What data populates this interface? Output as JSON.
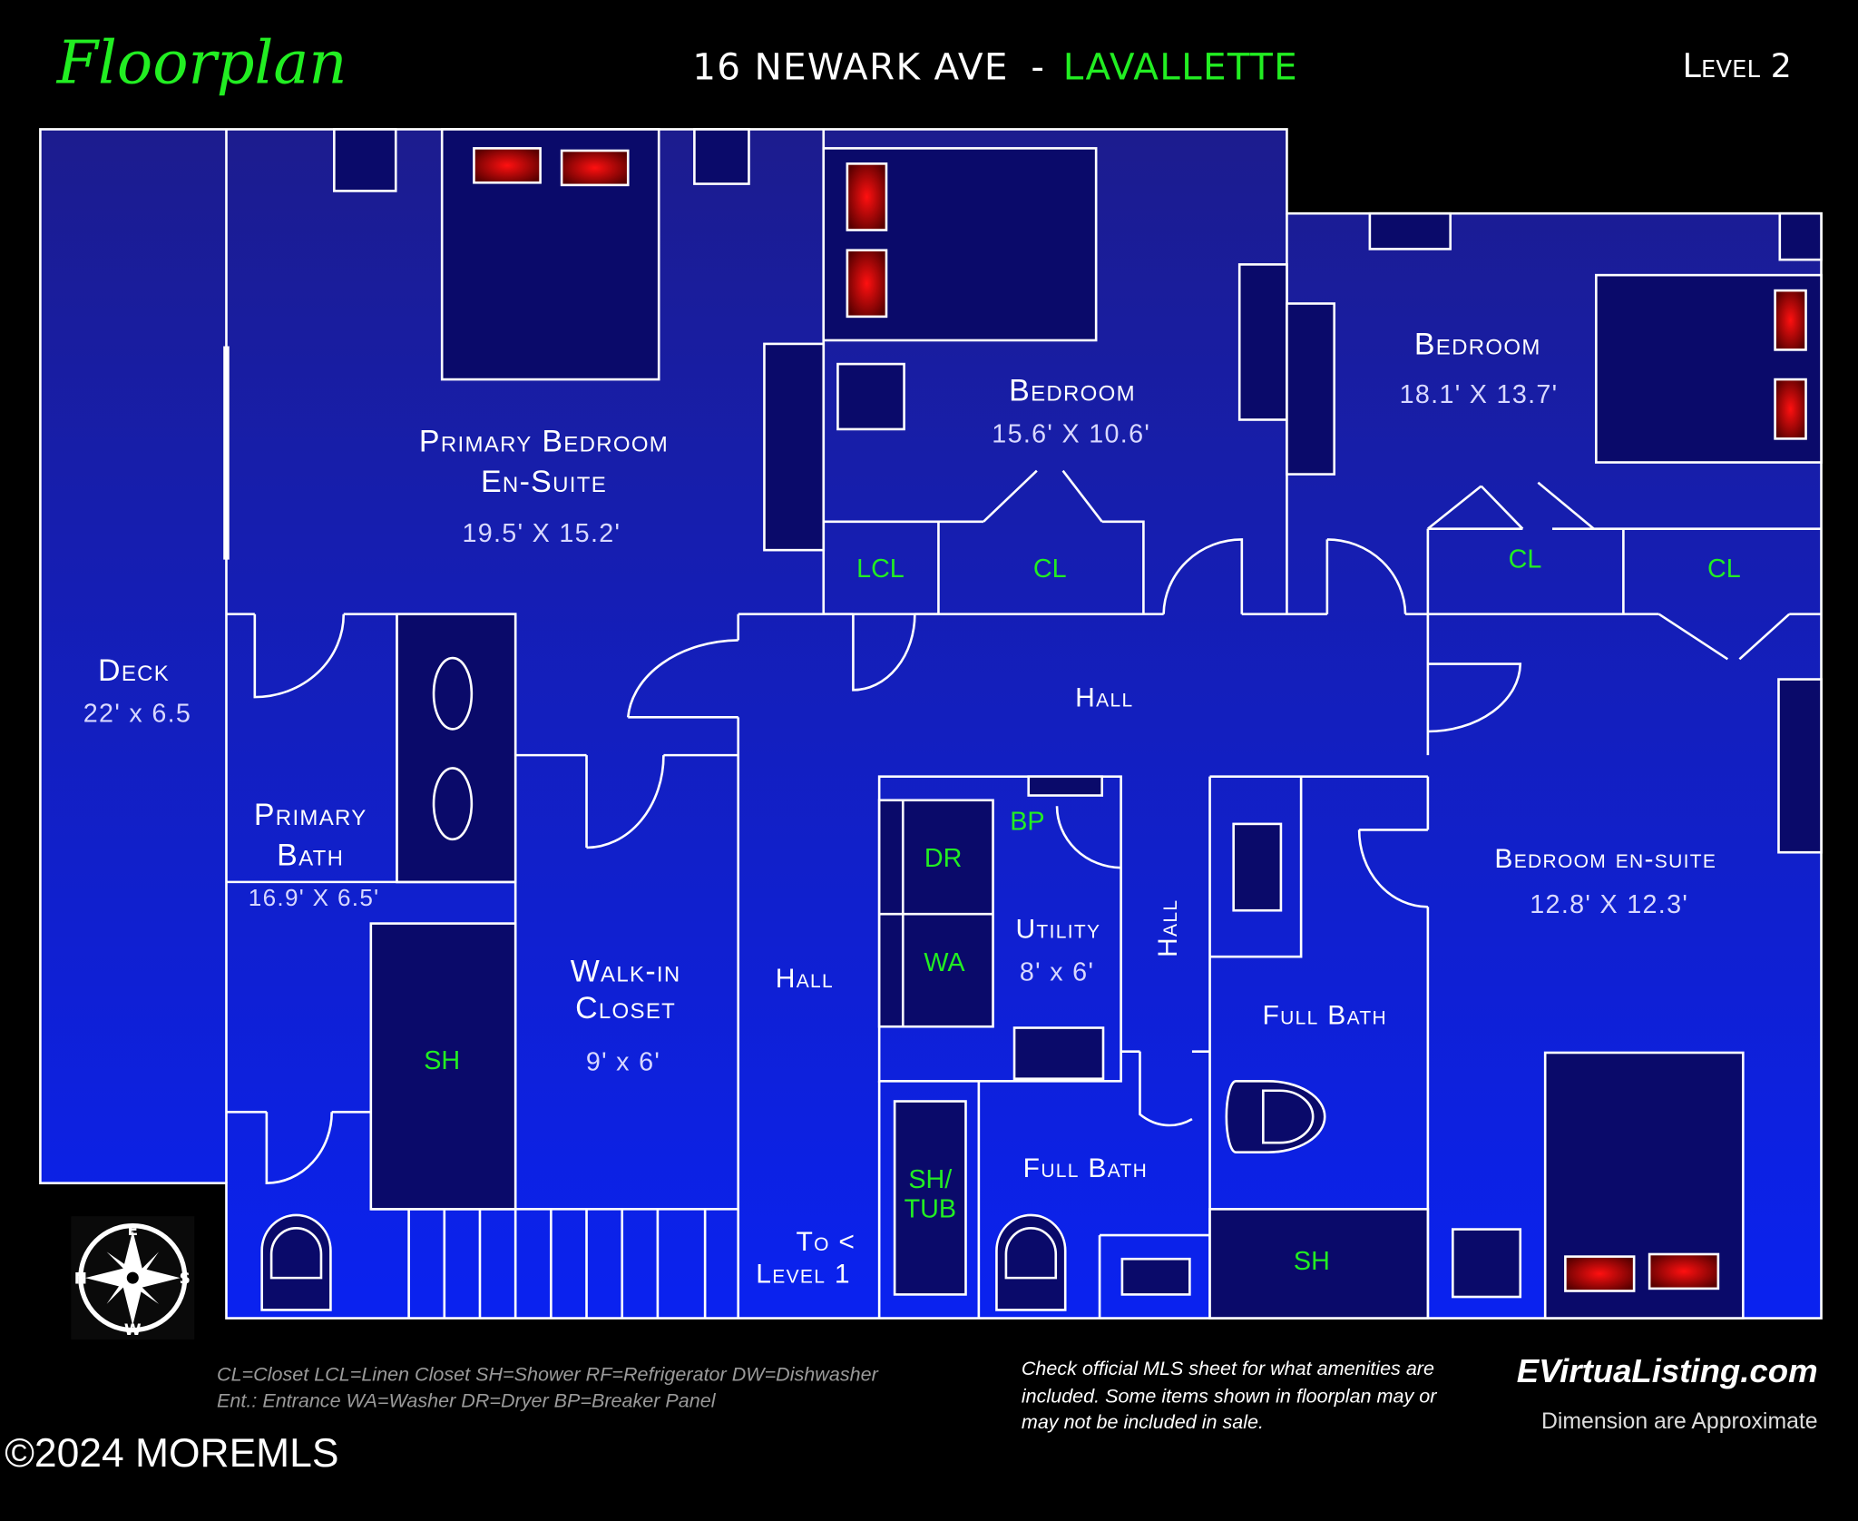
{
  "header": {
    "logo": "Floorplan",
    "address": "16 NEWARK AVE",
    "separator": "-",
    "town": "LAVALLETTE",
    "level": "Level 2"
  },
  "rooms": {
    "deck": {
      "name": "Deck",
      "dims": "22' x 6.5"
    },
    "primary_bedroom": {
      "name1": "Primary Bedroom",
      "name2": "En-Suite",
      "dims": "19.5' X 15.2'"
    },
    "bedroom1": {
      "name": "Bedroom",
      "dims": "15.6' X 10.6'"
    },
    "bedroom2": {
      "name": "Bedroom",
      "dims": "18.1' X 13.7'"
    },
    "primary_bath": {
      "name1": "Primary",
      "name2": "Bath",
      "dims": "16.9' X 6.5'"
    },
    "walkin": {
      "name1": "Walk-in",
      "name2": "Closet",
      "dims": "9' x 6'"
    },
    "hall_top": {
      "name": "Hall"
    },
    "hall_left": {
      "name": "Hall"
    },
    "hall_vertical": {
      "name": "Hall"
    },
    "utility": {
      "name": "Utility",
      "dims": "8' x 6'"
    },
    "bedroom_ensuite": {
      "name": "Bedroom en-suite",
      "dims": "12.8' X 12.3'"
    },
    "full_bath_right": {
      "name": "Full Bath"
    },
    "full_bath_center": {
      "name": "Full Bath"
    },
    "stairs": {
      "line1": "To  <",
      "line2": "Level 1"
    }
  },
  "fixtures": {
    "lcl": "LCL",
    "cl1": "CL",
    "cl2": "CL",
    "cl3": "CL",
    "bp": "BP",
    "dr": "DR",
    "wa": "WA",
    "sh_primary": "SH",
    "sh_tub1": "SH/",
    "sh_tub2": "TUB",
    "sh_right": "SH"
  },
  "compass": {
    "n": "N",
    "e": "E",
    "s": "S",
    "w": "W"
  },
  "footer": {
    "legend1": "CL=Closet  LCL=Linen Closet  SH=Shower RF=Refrigerator  DW=Dishwasher",
    "legend2": "Ent.: Entrance   WA=Washer DR=Dryer  BP=Breaker Panel",
    "note1": "Check official MLS sheet for what amenities are",
    "note2": "included. Some items shown in floorplan may or",
    "note3": "may not be included in sale.",
    "brand": "EVirtuaListing.com",
    "approx": "Dimension are Approximate",
    "copyright": "©2024 MOREMLS"
  },
  "colors": {
    "accent": "#22ee22",
    "floor_top": "#1c1c90",
    "floor_bottom": "#0a22f0",
    "furniture": "#0a0a6a",
    "pillow": "#e00000"
  }
}
